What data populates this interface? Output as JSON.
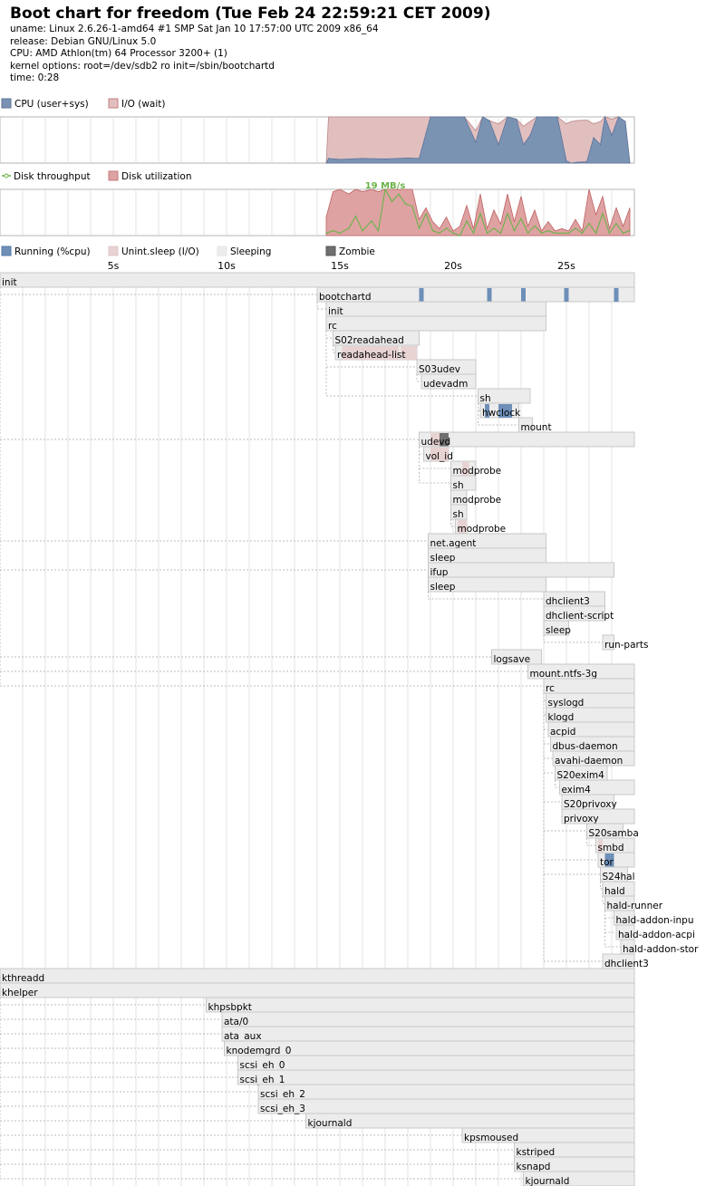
{
  "header": {
    "title": "Boot chart for freedom (Tue Feb 24 22:59:21 CET 2009)",
    "uname": "uname: Linux 2.6.26-1-amd64 #1 SMP Sat Jan 10 17:57:00 UTC 2009 x86_64",
    "release": "release: Debian GNU/Linux 5.0",
    "cpu": "CPU: AMD Athlon(tm) 64 Processor 3200+ (1)",
    "kernel": "kernel options: root=/dev/sdb2 ro init=/sbin/bootchartd",
    "time": "time: 0:28"
  },
  "colors": {
    "cpu": "#7b93b3",
    "io": "#e2bfbf",
    "io_edge": "#d08a8a",
    "throughput": "#6ab34a",
    "util": "#dea2a2",
    "running": "#6d8fb8",
    "unint": "#e8d2d2",
    "sleeping": "#ececec",
    "zombie": "#6f6f6f",
    "grid": "#e3e3e3",
    "border": "#b5b5b5"
  },
  "chart_data": [
    {
      "type": "area",
      "title": "",
      "xlabel": "",
      "ylabel": "",
      "xlim": [
        0,
        28
      ],
      "ylim": [
        0,
        100
      ],
      "legend": [
        "CPU (user+sys)",
        "I/O (wait)"
      ],
      "x": [
        14.4,
        14.5,
        15,
        16,
        17,
        18,
        18.5,
        19,
        19.3,
        19.8,
        20.2,
        20.5,
        21,
        21.3,
        21.6,
        22,
        22.4,
        22.8,
        23.1,
        23.4,
        23.7,
        24.1,
        24.3,
        24.6,
        25,
        25.2,
        25.5,
        25.9,
        26.2,
        26.5,
        26.7,
        27,
        27.3,
        27.6,
        27.8
      ],
      "series": [
        {
          "name": "CPU (user+sys)",
          "values": [
            0,
            10,
            8,
            10,
            9,
            11,
            10,
            100,
            100,
            100,
            100,
            100,
            45,
            100,
            92,
            40,
            100,
            95,
            40,
            60,
            100,
            100,
            100,
            100,
            5,
            0,
            2,
            3,
            55,
            40,
            100,
            60,
            100,
            90,
            0
          ]
        },
        {
          "name": "I/O (wait)",
          "values": [
            0,
            100,
            100,
            100,
            100,
            100,
            100,
            0,
            0,
            0,
            0,
            0,
            25,
            0,
            0,
            45,
            0,
            0,
            40,
            30,
            0,
            0,
            0,
            0,
            80,
            90,
            90,
            90,
            30,
            50,
            0,
            35,
            0,
            0,
            0
          ]
        }
      ]
    },
    {
      "type": "line",
      "title": "",
      "xlabel": "",
      "ylabel": "",
      "xlim": [
        0,
        28
      ],
      "legend": [
        "Disk throughput",
        "Disk utilization"
      ],
      "annotations": [
        "19 MB/s"
      ],
      "x": [
        14.4,
        14.7,
        15,
        15.4,
        15.7,
        16,
        16.4,
        16.7,
        17,
        17.3,
        17.6,
        17.9,
        18.2,
        18.5,
        18.8,
        19.1,
        19.4,
        19.7,
        20,
        20.3,
        20.6,
        20.9,
        21.2,
        21.5,
        21.8,
        22.1,
        22.4,
        22.7,
        23,
        23.3,
        23.6,
        23.9,
        24.2,
        24.5,
        24.8,
        25.1,
        25.4,
        25.7,
        26,
        26.3,
        26.6,
        26.9,
        27.2,
        27.5,
        27.8
      ],
      "series": [
        {
          "name": "Disk throughput",
          "unit": "MB/s",
          "values": [
            1,
            2,
            1,
            3,
            8,
            2,
            6,
            2,
            19,
            14,
            17,
            13,
            12,
            3,
            9,
            2,
            1,
            3,
            1,
            0,
            6,
            1,
            9,
            1,
            3,
            1,
            9,
            2,
            7,
            1,
            4,
            1,
            2,
            1,
            1,
            1,
            3,
            1,
            5,
            1,
            9,
            1,
            5,
            1,
            2
          ]
        },
        {
          "name": "Disk utilization",
          "unit": "%",
          "values": [
            40,
            95,
            100,
            90,
            100,
            95,
            100,
            95,
            100,
            100,
            100,
            100,
            100,
            35,
            60,
            30,
            15,
            40,
            10,
            20,
            65,
            15,
            90,
            15,
            55,
            25,
            90,
            30,
            85,
            20,
            55,
            10,
            30,
            10,
            15,
            10,
            35,
            10,
            100,
            45,
            85,
            15,
            60,
            20,
            60
          ]
        }
      ]
    },
    {
      "type": "timeline",
      "title": "",
      "xlabel": "",
      "ylabel": "",
      "xlim": [
        0,
        28
      ],
      "xticks": [
        "5s",
        "10s",
        "15s",
        "20s",
        "25s"
      ],
      "xtick_values": [
        5,
        10,
        15,
        20,
        25
      ],
      "legend": [
        "Running (%cpu)",
        "Unint.sleep (I/O)",
        "Sleeping",
        "Zombie"
      ],
      "processes": [
        {
          "name": "init",
          "start": 0,
          "end": 28
        },
        {
          "name": "bootchartd",
          "start": 14,
          "end": 28,
          "parent": 0,
          "run": [
            [
              18.5,
              18.7
            ],
            [
              21.5,
              21.7
            ],
            [
              23,
              23.2
            ],
            [
              24.9,
              25.1
            ],
            [
              27.1,
              27.3
            ]
          ]
        },
        {
          "name": "init",
          "start": 14.4,
          "end": 24.1,
          "parent": 1
        },
        {
          "name": "rc",
          "start": 14.4,
          "end": 24.1,
          "parent": 2
        },
        {
          "name": "S02readahead",
          "start": 14.7,
          "end": 18.5,
          "parent": 3
        },
        {
          "name": "readahead-list",
          "start": 14.8,
          "end": 18.4,
          "parent": 4,
          "io": [
            [
              15.1,
              17.6
            ],
            [
              17.7,
              18.4
            ]
          ]
        },
        {
          "name": "S03udev",
          "start": 18.4,
          "end": 21,
          "parent": 3
        },
        {
          "name": "udevadm",
          "start": 18.6,
          "end": 21,
          "parent": 6
        },
        {
          "name": "sh",
          "start": 21.1,
          "end": 23.4,
          "parent": 3
        },
        {
          "name": "hwclock",
          "start": 21.2,
          "end": 22.9,
          "parent": 8,
          "run": [
            [
              21.4,
              21.6
            ],
            [
              22,
              22.6
            ]
          ]
        },
        {
          "name": "mount",
          "start": 22.9,
          "end": 23.5,
          "parent": 8
        },
        {
          "name": "udevd",
          "start": 18.5,
          "end": 28,
          "parent": 0,
          "zombie": [
            [
              19.4,
              19.8
            ]
          ],
          "io": [
            [
              19,
              19.4
            ]
          ]
        },
        {
          "name": "vol_id",
          "start": 18.7,
          "end": 19.8,
          "parent": 11,
          "io": [
            [
              19,
              19.8
            ]
          ]
        },
        {
          "name": "modprobe",
          "start": 19.9,
          "end": 21,
          "parent": 11,
          "io": [
            [
              20.4,
              20.7
            ]
          ]
        },
        {
          "name": "sh",
          "start": 19.9,
          "end": 21,
          "parent": 11
        },
        {
          "name": "modprobe",
          "start": 19.9,
          "end": 20.6,
          "parent": 14
        },
        {
          "name": "sh",
          "start": 19.9,
          "end": 20.6,
          "parent": 15
        },
        {
          "name": "modprobe",
          "start": 20.1,
          "end": 20.6,
          "parent": 16,
          "io": [
            [
              20.2,
              20.6
            ]
          ]
        },
        {
          "name": "net.agent",
          "start": 18.9,
          "end": 24.1,
          "parent": 0
        },
        {
          "name": "sleep",
          "start": 18.9,
          "end": 24.1,
          "parent": 18
        },
        {
          "name": "ifup",
          "start": 18.9,
          "end": 27.1,
          "parent": 0
        },
        {
          "name": "sleep",
          "start": 18.9,
          "end": 24.1,
          "parent": 20
        },
        {
          "name": "dhclient3",
          "start": 24,
          "end": 26.7,
          "parent": 20
        },
        {
          "name": "dhclient-script",
          "start": 24,
          "end": 26.7,
          "parent": 22
        },
        {
          "name": "sleep",
          "start": 24,
          "end": 25.1,
          "parent": 23
        },
        {
          "name": "run-parts",
          "start": 26.6,
          "end": 27.1,
          "parent": 23
        },
        {
          "name": "logsave",
          "start": 21.7,
          "end": 23.9,
          "parent": 0
        },
        {
          "name": "mount.ntfs-3g",
          "start": 23.3,
          "end": 28,
          "parent": 0
        },
        {
          "name": "rc",
          "start": 24,
          "end": 28,
          "parent": 0
        },
        {
          "name": "syslogd",
          "start": 24.1,
          "end": 28,
          "parent": 28
        },
        {
          "name": "klogd",
          "start": 24.1,
          "end": 28,
          "parent": 28
        },
        {
          "name": "acpid",
          "start": 24.2,
          "end": 28,
          "parent": 28
        },
        {
          "name": "dbus-daemon",
          "start": 24.3,
          "end": 28,
          "parent": 28
        },
        {
          "name": "avahi-daemon",
          "start": 24.4,
          "end": 28,
          "parent": 28
        },
        {
          "name": "S20exim4",
          "start": 24.5,
          "end": 26.8,
          "parent": 28
        },
        {
          "name": "exim4",
          "start": 24.7,
          "end": 28,
          "parent": 34
        },
        {
          "name": "S20privoxy",
          "start": 24.8,
          "end": 27.1,
          "parent": 28
        },
        {
          "name": "privoxy",
          "start": 24.8,
          "end": 28,
          "parent": 36
        },
        {
          "name": "S20samba",
          "start": 25.9,
          "end": 27.5,
          "parent": 28
        },
        {
          "name": "smbd",
          "start": 26.3,
          "end": 28,
          "parent": 38,
          "io": [
            [
              26.4,
              26.6
            ]
          ]
        },
        {
          "name": "tor",
          "start": 26.4,
          "end": 28,
          "parent": 28,
          "run": [
            [
              26.7,
              27.1
            ]
          ]
        },
        {
          "name": "S24hal",
          "start": 26.5,
          "end": 27.7,
          "parent": 28
        },
        {
          "name": "hald",
          "start": 26.6,
          "end": 28,
          "parent": 41
        },
        {
          "name": "hald-runner",
          "start": 26.7,
          "end": 28,
          "parent": 42
        },
        {
          "name": "hald-addon-inpu",
          "start": 27.1,
          "end": 28,
          "parent": 43
        },
        {
          "name": "hald-addon-acpi",
          "start": 27.2,
          "end": 28,
          "parent": 43
        },
        {
          "name": "hald-addon-stor",
          "start": 27.4,
          "end": 28,
          "parent": 43
        },
        {
          "name": "dhclient3",
          "start": 26.6,
          "end": 28,
          "parent": 28
        },
        {
          "name": "kthreadd",
          "start": 0,
          "end": 28
        },
        {
          "name": "khelper",
          "start": 0,
          "end": 28,
          "parent": 48
        },
        {
          "name": "khpsbpkt",
          "start": 9.1,
          "end": 28,
          "parent": 48
        },
        {
          "name": "ata/0",
          "start": 9.8,
          "end": 28,
          "parent": 48
        },
        {
          "name": "ata_aux",
          "start": 9.8,
          "end": 28,
          "parent": 48
        },
        {
          "name": "knodemgrd_0",
          "start": 9.9,
          "end": 28,
          "parent": 48
        },
        {
          "name": "scsi_eh_0",
          "start": 10.5,
          "end": 28,
          "parent": 48
        },
        {
          "name": "scsi_eh_1",
          "start": 10.5,
          "end": 28,
          "parent": 48
        },
        {
          "name": "scsi_eh_2",
          "start": 11.4,
          "end": 28,
          "parent": 48
        },
        {
          "name": "scsi_eh_3",
          "start": 11.4,
          "end": 28,
          "parent": 48
        },
        {
          "name": "kjournald",
          "start": 13.5,
          "end": 28,
          "parent": 48
        },
        {
          "name": "kpsmoused",
          "start": 20.4,
          "end": 28,
          "parent": 48
        },
        {
          "name": "kstriped",
          "start": 22.7,
          "end": 28,
          "parent": 48
        },
        {
          "name": "ksnapd",
          "start": 22.7,
          "end": 28,
          "parent": 48
        },
        {
          "name": "kjournald",
          "start": 23.1,
          "end": 28,
          "parent": 48
        }
      ]
    }
  ]
}
